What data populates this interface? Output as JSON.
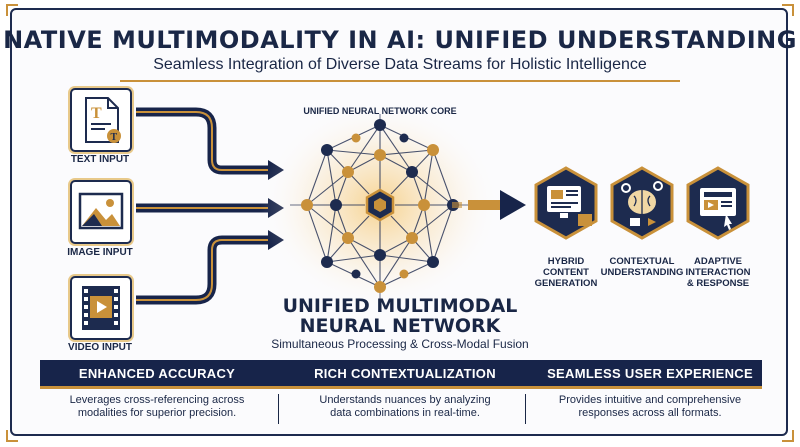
{
  "header": {
    "title": "NATIVE MULTIMODALITY IN AI: UNIFIED UNDERSTANDING",
    "subtitle": "Seamless Integration of Diverse Data Streams for Holistic Intelligence"
  },
  "inputs": [
    {
      "label": "TEXT INPUT",
      "icon": "text-document-icon"
    },
    {
      "label": "IMAGE INPUT",
      "icon": "image-icon"
    },
    {
      "label": "VIDEO INPUT",
      "icon": "video-film-icon"
    }
  ],
  "core": {
    "label": "UNIFIED NEURAL NETWORK CORE",
    "title_line1": "UNIFIED MULTIMODAL",
    "title_line2": "NEURAL NETWORK",
    "subtitle": "Simultaneous Processing & Cross-Modal Fusion"
  },
  "outputs": [
    {
      "line1": "HYBRID",
      "line2": "CONTENT",
      "line3": "GENERATION",
      "icon": "content-generation-icon"
    },
    {
      "line1": "CONTEXTUAL",
      "line2": "UNDERSTANDING",
      "line3": "",
      "icon": "brain-gears-icon"
    },
    {
      "line1": "ADAPTIVE",
      "line2": "INTERACTION",
      "line3": "& RESPONSE",
      "icon": "interaction-screen-icon"
    }
  ],
  "benefits": [
    {
      "title": "ENHANCED ACCURACY",
      "desc_line1": "Leverages cross-referencing across",
      "desc_line2": "modalities for superior precision."
    },
    {
      "title": "RICH CONTEXTUALIZATION",
      "desc_line1": "Understands nuances by analyzing",
      "desc_line2": "data combinations in real-time."
    },
    {
      "title": "SEAMLESS USER EXPERIENCE",
      "desc_line1": "Provides intuitive and comprehensive",
      "desc_line2": "responses across all formats."
    }
  ],
  "colors": {
    "navy": "#1a2746",
    "gold": "#c9913a",
    "light_gold": "#e8c98a"
  }
}
